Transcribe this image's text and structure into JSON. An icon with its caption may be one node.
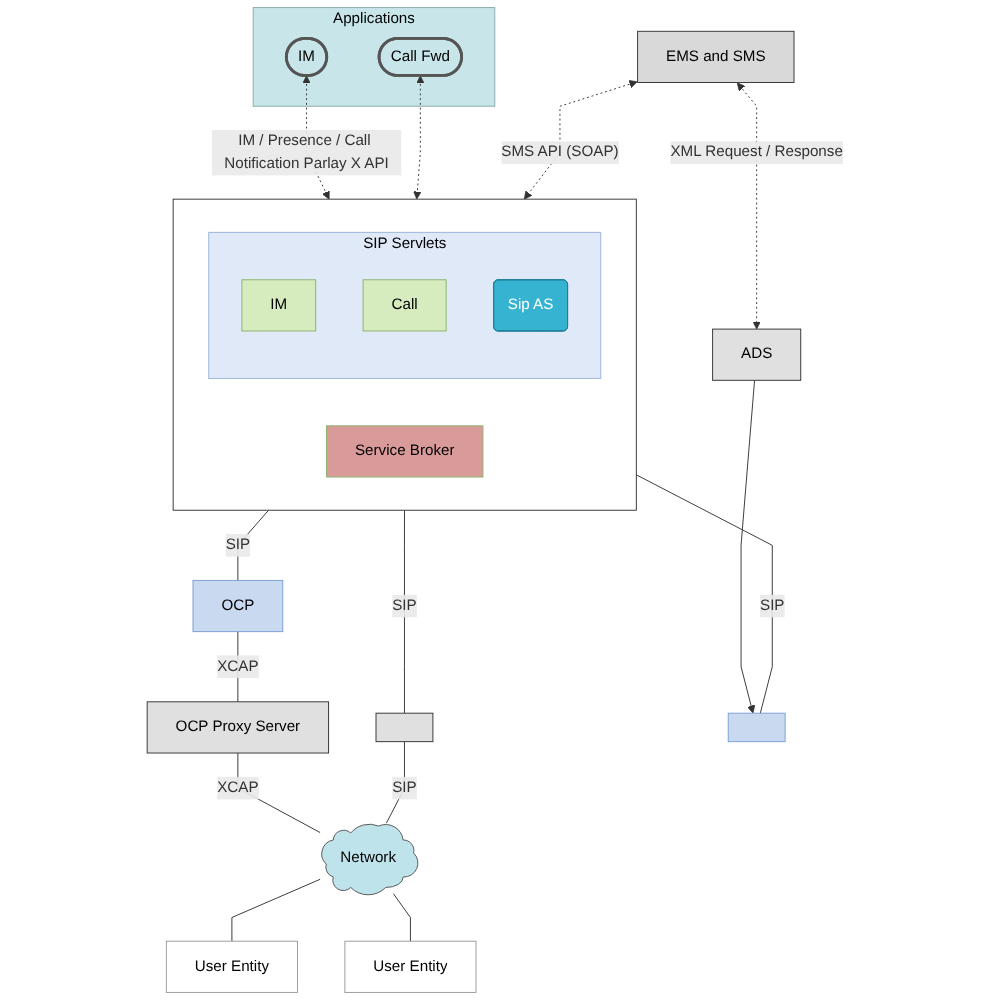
{
  "diagram": {
    "nodes": [
      {
        "text": [
          "Applications"
        ]
      },
      {
        "text": [
          "IM"
        ],
        "in": 0
      },
      {
        "text": [
          "Call Fwd"
        ],
        "in": 0
      },
      {
        "text": [
          "EMS and SMS"
        ]
      },
      {
        "text": [],
        "shape": "box"
      },
      {
        "text": [
          "SIP Servlets"
        ],
        "in": 4
      },
      {
        "text": [
          "IM"
        ],
        "in": 5
      },
      {
        "text": [
          "Call"
        ],
        "in": 5
      },
      {
        "text": [
          "Sip AS"
        ],
        "in": 5
      },
      {
        "text": [
          "Service Broker"
        ],
        "in": 4
      },
      {
        "text": [
          "ADS"
        ]
      },
      {
        "text": [
          "OCP"
        ]
      },
      {
        "text": [
          "OCP Proxy Server"
        ]
      },
      {
        "text": [],
        "shape": "box"
      },
      {
        "text": [],
        "shape": "box"
      },
      {
        "text": [
          "Network"
        ]
      },
      {
        "text": [
          "User Entity"
        ]
      },
      {
        "text": [
          "User Entity"
        ]
      }
    ],
    "edges": [
      {
        "from": 1,
        "to": 4,
        "arrow": "both",
        "style": "dashed",
        "label": "IM / Presence / Call Notification Parlay X API"
      },
      {
        "from": 2,
        "to": 4,
        "arrow": "both",
        "style": "dashed"
      },
      {
        "from": 3,
        "to": 4,
        "arrow": "both",
        "style": "dashed",
        "label": "SMS API (SOAP)"
      },
      {
        "from": 3,
        "to": 10,
        "arrow": "both",
        "style": "dashed",
        "label": "XML Request / Response"
      },
      {
        "from": 10,
        "to": 14,
        "arrow": "to"
      },
      {
        "from": 4,
        "to": 11,
        "arrow": "none",
        "label": "SIP"
      },
      {
        "from": 4,
        "to": 13,
        "arrow": "none",
        "label": "SIP"
      },
      {
        "from": 4,
        "to": 14,
        "arrow": "none",
        "label": "SIP"
      },
      {
        "from": 11,
        "to": 12,
        "arrow": "none",
        "label": "XCAP"
      },
      {
        "from": 12,
        "to": 15,
        "arrow": "none",
        "label": "XCAP"
      },
      {
        "from": 13,
        "to": 15,
        "arrow": "none",
        "label": "SIP"
      },
      {
        "from": 15,
        "to": 16,
        "arrow": "none"
      },
      {
        "from": 15,
        "to": 17,
        "arrow": "none"
      }
    ]
  }
}
